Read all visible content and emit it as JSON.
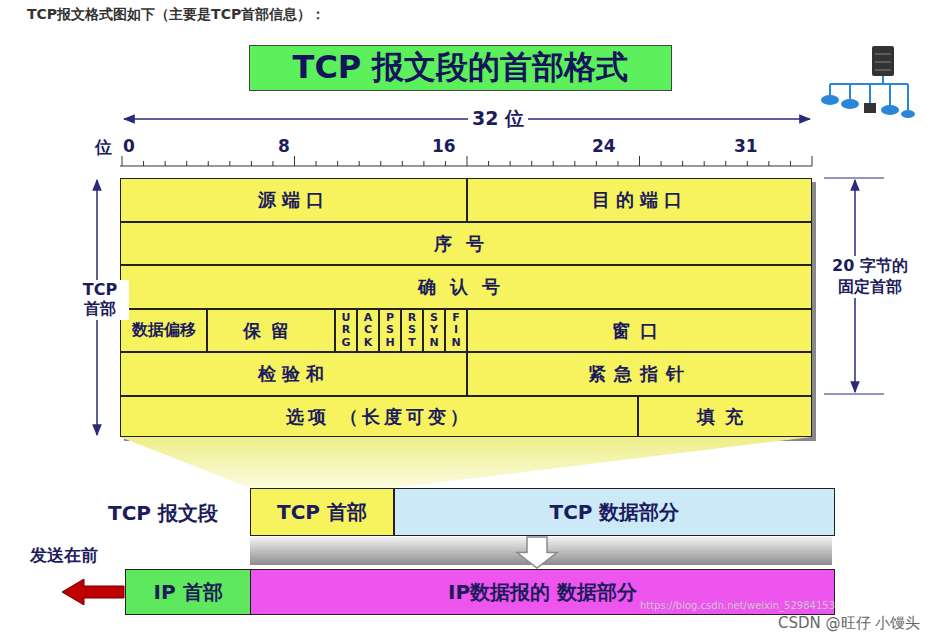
{
  "diagram": {
    "title": "TCP 报文段的首部格式",
    "nodes": [
      {
        "text": [
          "TCP 报文段的首部格式"
        ]
      },
      {
        "text": [
          "源端口"
        ]
      },
      {
        "text": [
          "目的端口"
        ]
      },
      {
        "text": [
          "序号"
        ]
      },
      {
        "text": [
          "确认号"
        ]
      },
      {
        "text": [
          "数据偏移"
        ]
      },
      {
        "text": [
          "保留"
        ]
      },
      {
        "text": [
          "URG"
        ]
      },
      {
        "text": [
          "ACK"
        ]
      },
      {
        "text": [
          "PSH"
        ]
      },
      {
        "text": [
          "RST"
        ]
      },
      {
        "text": [
          "SYN"
        ]
      },
      {
        "text": [
          "FIN"
        ]
      },
      {
        "text": [
          "窗口"
        ]
      },
      {
        "text": [
          "检验和"
        ]
      },
      {
        "text": [
          "紧急指针"
        ]
      },
      {
        "text": [
          "选项 （长度可变）"
        ]
      },
      {
        "text": [
          "填充"
        ]
      },
      {
        "text": [
          "TCP 首部"
        ]
      },
      {
        "text": [
          "TCP 数据部分"
        ]
      },
      {
        "text": [
          "IP 首部"
        ]
      },
      {
        "text": [
          "IP数据报的 数据部分"
        ]
      }
    ],
    "edges": [
      {
        "from": 19,
        "to": 21,
        "arrow": "to"
      }
    ],
    "labels": [
      "TCP报文格式图如下（主要是TCP首部信息）：",
      "32 位",
      "位",
      "0",
      "8",
      "16",
      "24",
      "31",
      "TCP 首部",
      "20 字节的 固定首部",
      "TCP 报文段",
      "发送在前",
      "https://blog.csdn.net/weixin_52984153",
      "CSDN @旺仔 小馒头"
    ]
  }
}
